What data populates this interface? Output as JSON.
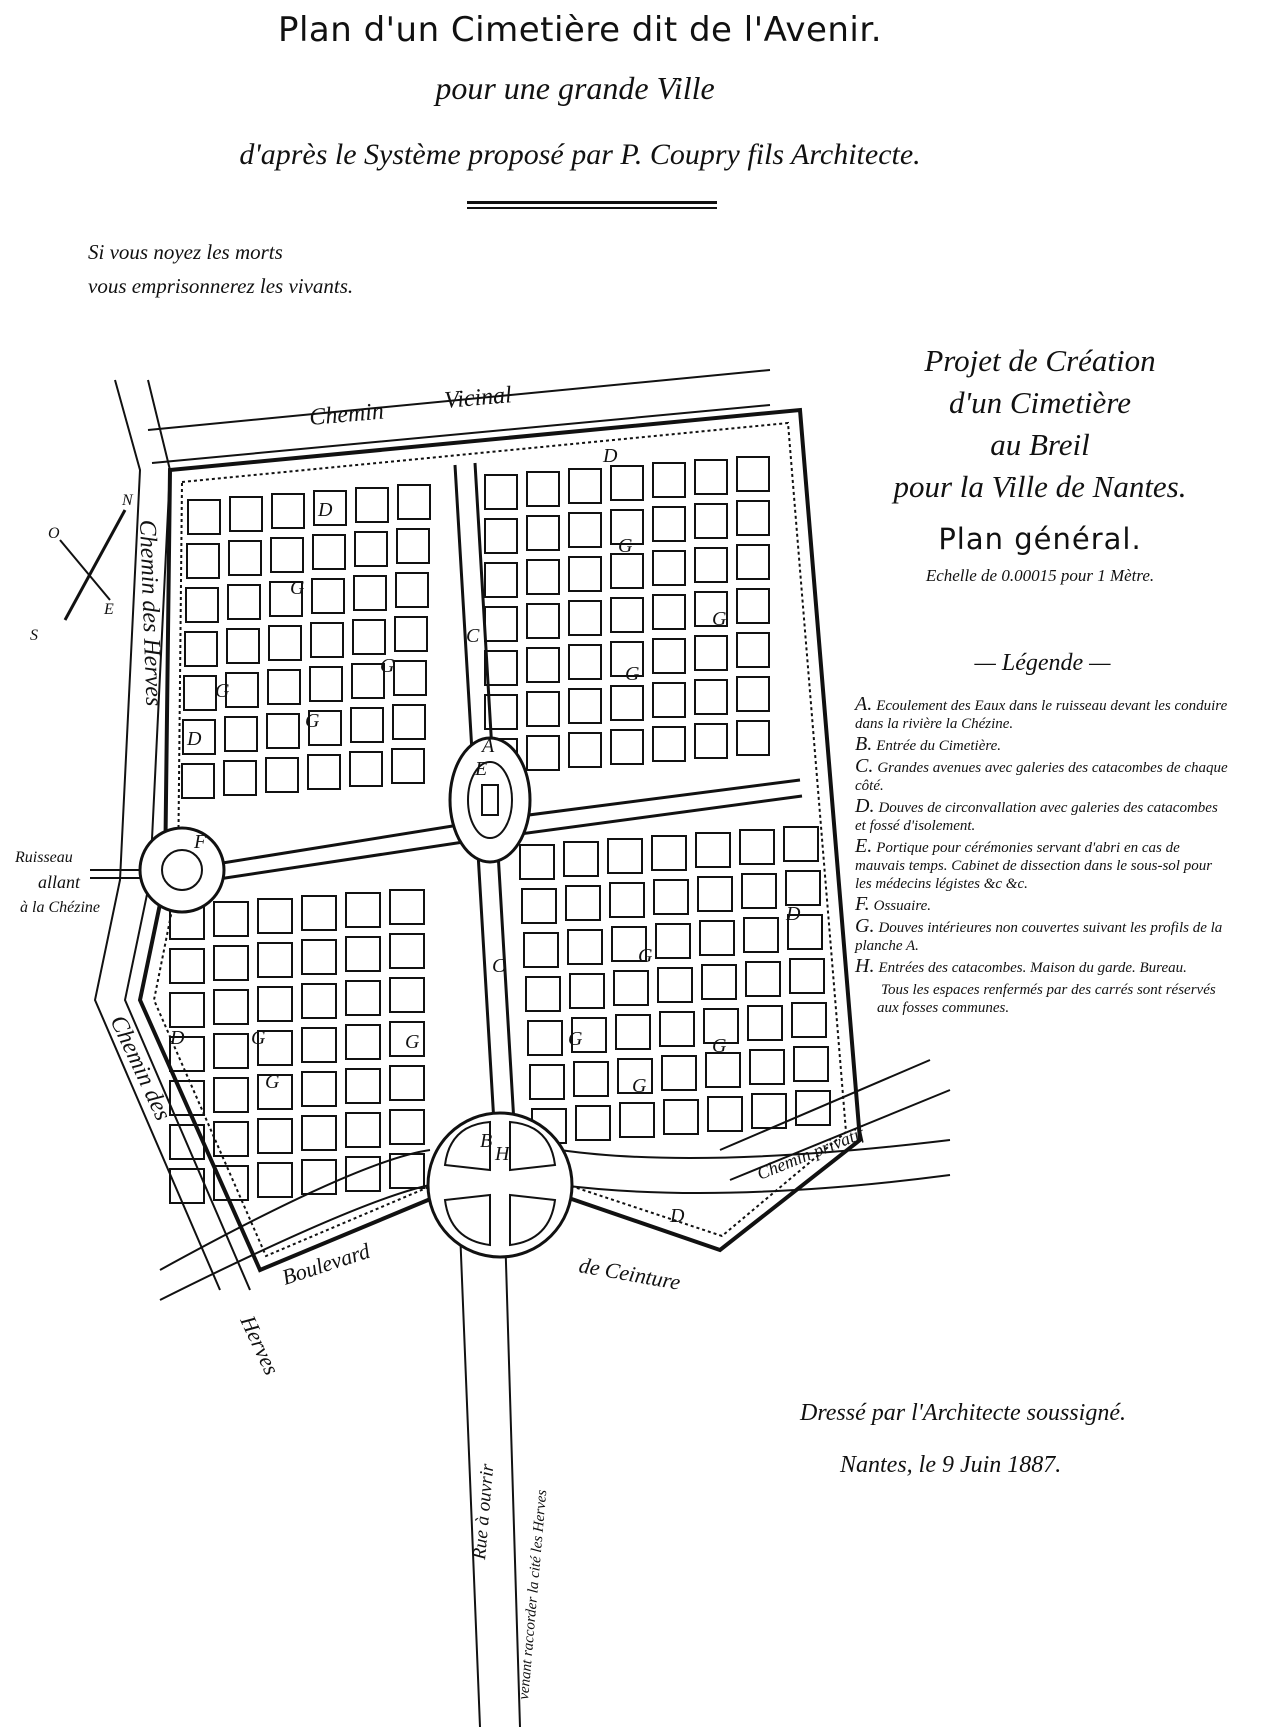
{
  "title": {
    "line1": "Plan d'un Cimetière dit de l'Avenir.",
    "line2": "pour une grande Ville",
    "line3": "d'après le Système proposé par P. Coupry fils Architecte."
  },
  "motto": {
    "line1": "Si vous noyez les morts",
    "line2": "vous emprisonnerez les vivants."
  },
  "project": {
    "line1": "Projet de Création",
    "line2": "d'un Cimetière",
    "line3": "au Breil",
    "line4": "pour la Ville de Nantes.",
    "plan": "Plan général.",
    "scale": "Echelle de 0.00015 pour 1 Mètre."
  },
  "legend": {
    "title": "Légende",
    "items": [
      {
        "key": "A.",
        "text": "Ecoulement des Eaux dans le ruisseau devant les conduire dans la rivière la Chézine."
      },
      {
        "key": "B.",
        "text": "Entrée du Cimetière."
      },
      {
        "key": "C.",
        "text": "Grandes avenues avec galeries des catacombes de chaque côté."
      },
      {
        "key": "D.",
        "text": "Douves de circonvallation avec galeries des catacombes et fossé d'isolement."
      },
      {
        "key": "E.",
        "text": "Portique pour cérémonies servant d'abri en cas de mauvais temps. Cabinet de dissection dans le sous-sol pour les médecins légistes &c &c."
      },
      {
        "key": "F.",
        "text": "Ossuaire."
      },
      {
        "key": "G.",
        "text": "Douves intérieures non couvertes suivant les profils de la planche A."
      },
      {
        "key": "H.",
        "text": "Entrées des catacombes. Maison du garde. Bureau."
      },
      {
        "key": "",
        "text": "Tous les espaces renfermés par des carrés sont réservés aux fosses communes."
      }
    ]
  },
  "signature": {
    "line1": "Dressé par l'Architecte soussigné.",
    "line2": "Nantes, le 9 Juin 1887."
  },
  "map": {
    "roads": {
      "chemin_vicinal_a": "Chemin",
      "chemin_vicinal_b": "Vicinal",
      "chemin_des_herves_top": "Chemin des Herves",
      "chemin_des_herves_bottom": "Chemin des",
      "herves": "Herves",
      "boulevard": "Boulevard",
      "de_ceinture": "de Ceinture",
      "chemin_prive": "Chemin privatif",
      "rue_a_ouvrir": "Rue à ouvrir",
      "venant": "venant raccorder la cité les Herves"
    },
    "stream": {
      "line1": "Ruisseau",
      "line2": "allant",
      "line3": "à la Chézine"
    },
    "compass": {
      "n": "N",
      "o": "O",
      "e": "E",
      "s": "S"
    },
    "plot_labels": [
      "D",
      "G",
      "C",
      "A",
      "E",
      "B",
      "F",
      "H"
    ]
  }
}
